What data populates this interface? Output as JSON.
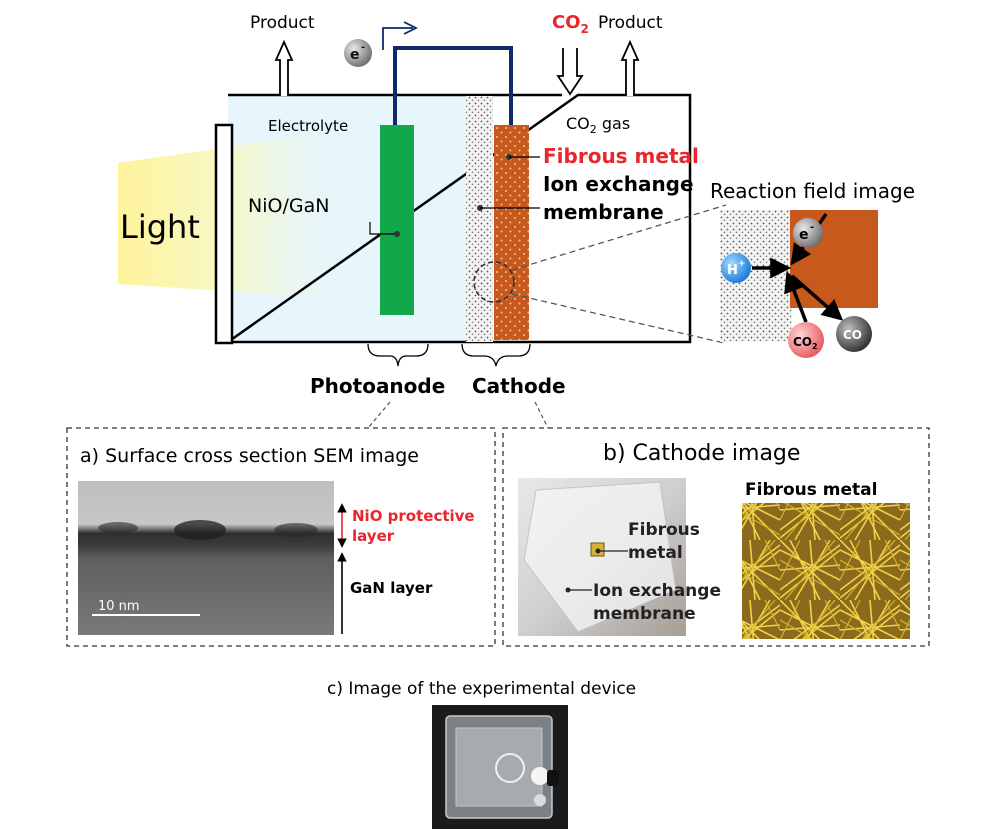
{
  "top": {
    "product_left": "Product",
    "electron": "e",
    "electron_sup": "-",
    "co2_inlet": "CO",
    "co2_inlet_sub": "2",
    "product_right": "Product"
  },
  "cell": {
    "electrolyte": "Electrolyte",
    "co2_gas": "CO",
    "co2_gas_sub": "2",
    "co2_gas_suffix": " gas",
    "light": "Light",
    "nio_gan": "NiO/GaN",
    "fibrous_metal": "Fibrous metal",
    "ion_exchange_line1": "Ion exchange",
    "ion_exchange_line2": "membrane",
    "photoanode": "Photoanode",
    "cathode": "Cathode"
  },
  "reaction": {
    "title": "Reaction field image",
    "electron": "e",
    "electron_sup": "-",
    "proton": "H",
    "proton_sup": "+",
    "co2": "CO",
    "co2_sub": "2",
    "co": "CO"
  },
  "panel_a": {
    "title": "a) Surface cross section SEM image",
    "nio_line1": "NiO protective",
    "nio_line2": "layer",
    "gan": "GaN layer",
    "scale": "10  nm"
  },
  "panel_b": {
    "title": "b) Cathode image",
    "fibrous_line1": "Fibrous",
    "fibrous_line2": "metal",
    "membrane_line1": "Ion exchange",
    "membrane_line2": "membrane",
    "fibrous_metal_title": "Fibrous metal"
  },
  "panel_c": {
    "title": "c) Image of the experimental device"
  },
  "colors": {
    "accent_red": "#e8262b",
    "anode_green": "#11a84a",
    "cathode_orange": "#c7591c",
    "wire_navy": "#0d2b6b",
    "electrolyte": "#e6f6fc",
    "light_yellow": "#fff6a3"
  }
}
